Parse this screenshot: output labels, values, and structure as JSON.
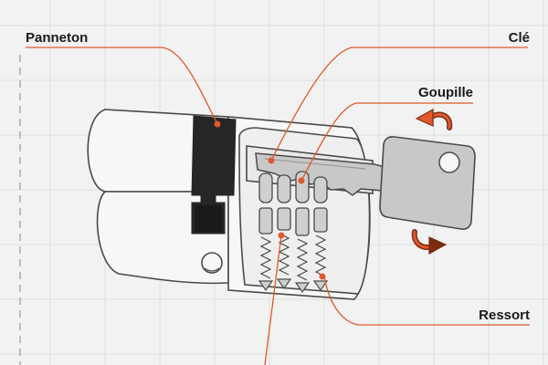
{
  "labels": {
    "panneton": "Panneton",
    "cle": "Clé",
    "goupille": "Goupille",
    "ressort": "Ressort"
  },
  "colors": {
    "background": "#f2f2f2",
    "grid": "#dddddd",
    "outline": "#4a4a4a",
    "cam": "#262626",
    "key_fill": "#c8c8c8",
    "accent": "#e05a2b",
    "arrow_dark": "#7a2c12"
  },
  "icons": [
    "rotate-clockwise-arrow-icon",
    "rotate-counterclockwise-arrow-icon"
  ]
}
